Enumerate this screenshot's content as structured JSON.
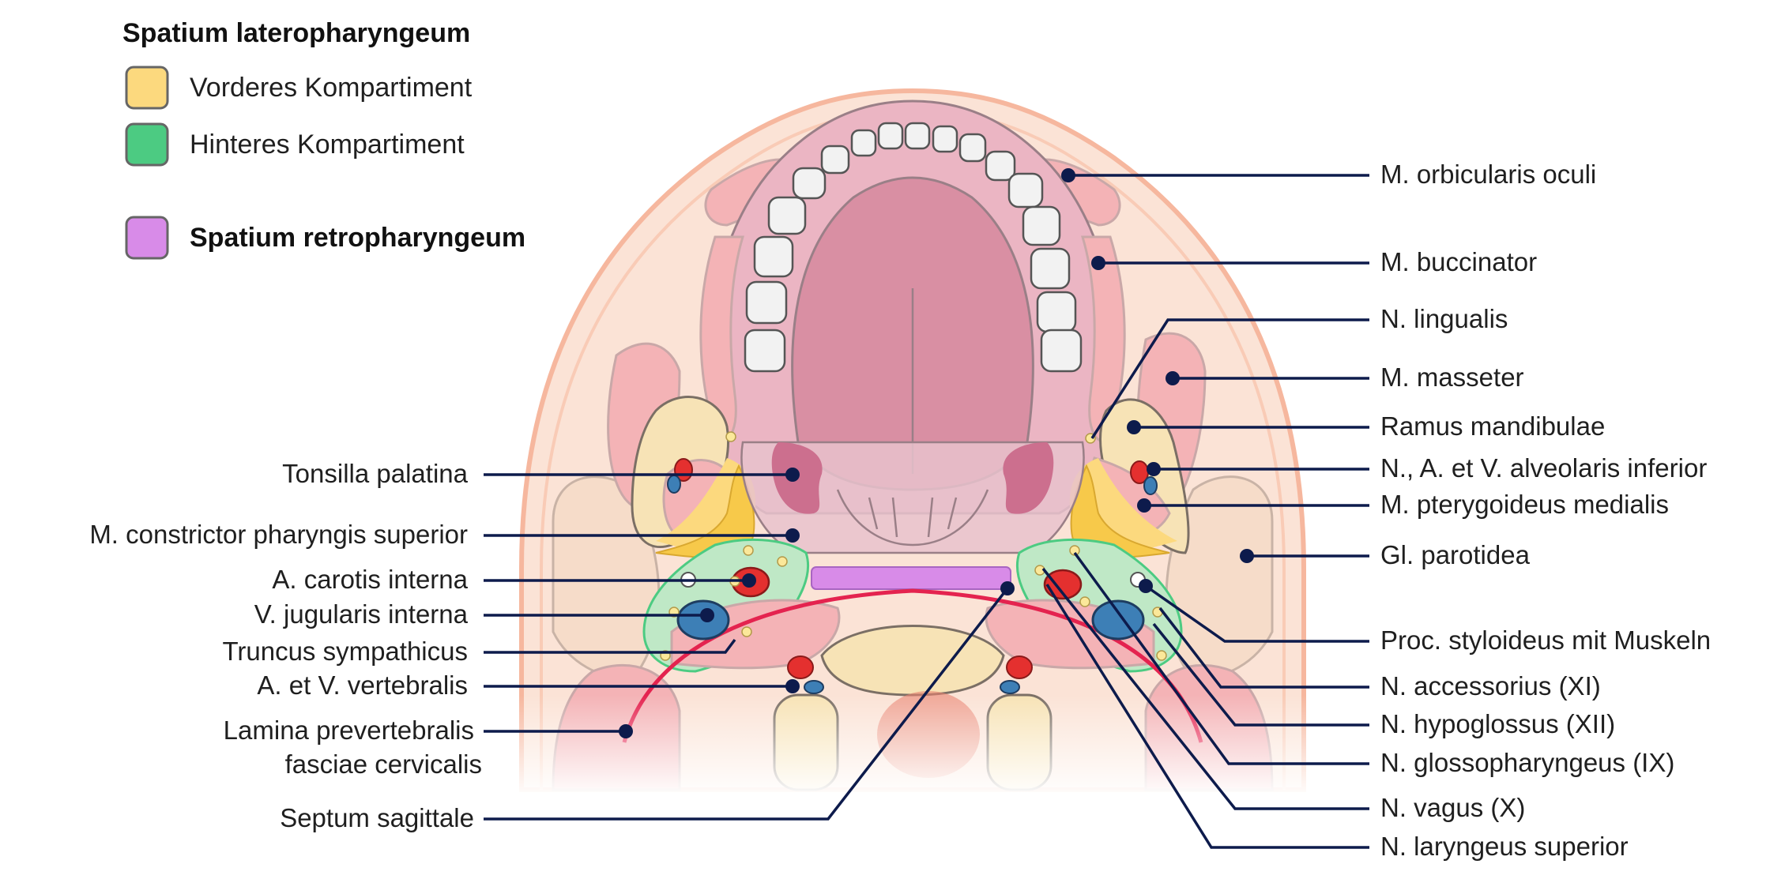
{
  "legend": {
    "title": "Spatium lateropharyngeum",
    "items": [
      {
        "label": "Vorderes Kompartiment",
        "color": "#fcd97e"
      },
      {
        "label": "Hinteres Kompartiment",
        "color": "#4ccb82"
      }
    ],
    "retro": {
      "label": "Spatium retropharyngeum",
      "color": "#d88be8"
    }
  },
  "labels_left": [
    {
      "text": "Tonsilla palatina"
    },
    {
      "text": "M. constrictor pharyngis superior"
    },
    {
      "text": "A. carotis interna"
    },
    {
      "text": "V. jugularis interna"
    },
    {
      "text": "Truncus sympathicus"
    },
    {
      "text": "A. et V. vertebralis"
    },
    {
      "text": "Lamina prevertebralis"
    },
    {
      "text": "fasciae cervicalis"
    },
    {
      "text": "Septum sagittale"
    }
  ],
  "labels_right": [
    {
      "text": "M. orbicularis oculi"
    },
    {
      "text": "M. buccinator"
    },
    {
      "text": "N. lingualis"
    },
    {
      "text": "M. masseter"
    },
    {
      "text": "Ramus mandibulae"
    },
    {
      "text": "N., A. et V. alveolaris inferior"
    },
    {
      "text": "M. pterygoideus medialis"
    },
    {
      "text": "Gl. parotidea"
    },
    {
      "text": "Proc. styloideus mit Muskeln"
    },
    {
      "text": "N. accessorius (XI)"
    },
    {
      "text": "N. hypoglossus (XII)"
    },
    {
      "text": "N. glossopharyngeus (IX)"
    },
    {
      "text": "N. vagus (X)"
    },
    {
      "text": "N. laryngeus superior"
    }
  ],
  "colors": {
    "skin": "#fbe3d6",
    "muscle": "#f4b3b6",
    "tongue": "#d98fa3",
    "gum": "#ebb5c3",
    "leader": "#0d1b4c",
    "artery": "#e4302f",
    "vein": "#3d7fb6",
    "anterior": "#fcd97e",
    "posterior": "#4ccb82",
    "retro": "#d88be8",
    "constrictor": "#f7c94a",
    "fascia": "#e4234f"
  }
}
